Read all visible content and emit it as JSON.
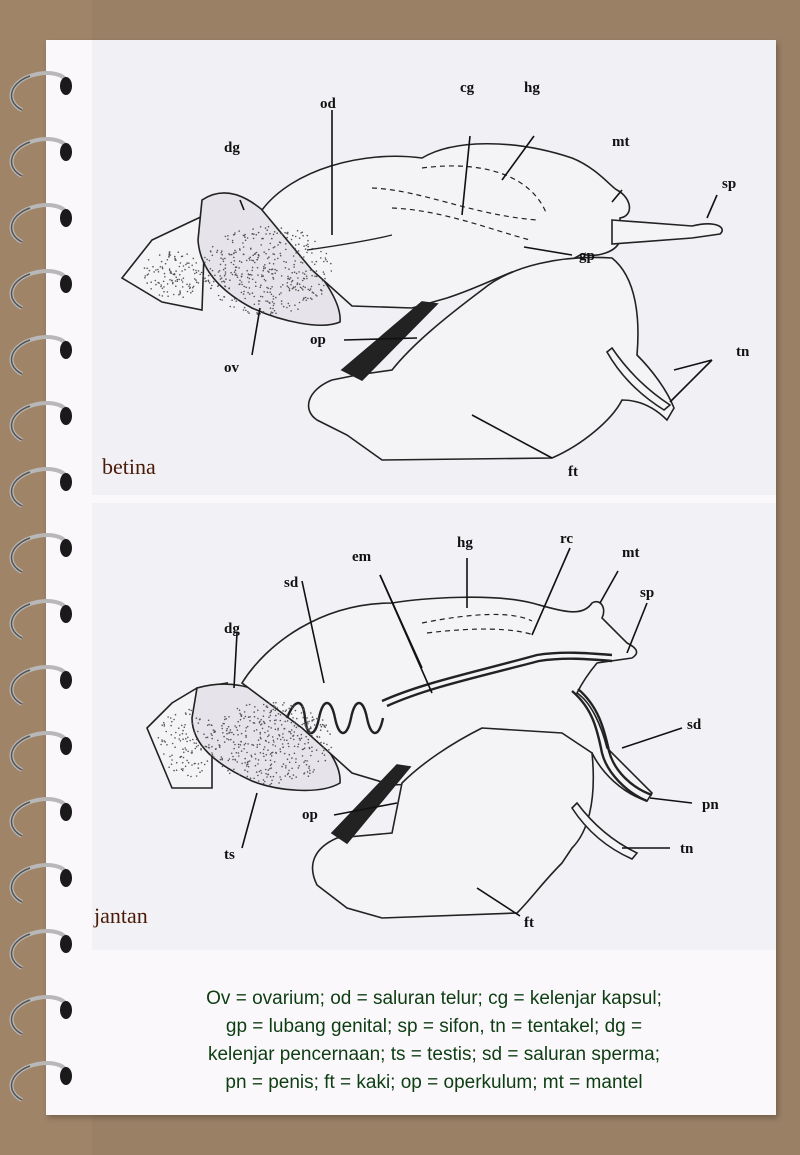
{
  "figures": {
    "female": {
      "caption": "betina",
      "labels": [
        "od",
        "cg",
        "hg",
        "dg",
        "mt",
        "sp",
        "gp",
        "op",
        "tn",
        "ov",
        "ft"
      ]
    },
    "male": {
      "caption": "jantan",
      "labels": [
        "hg",
        "rc",
        "em",
        "mt",
        "sd",
        "dg",
        "sp",
        "sd",
        "pn",
        "op",
        "tn",
        "ts",
        "ft"
      ]
    }
  },
  "legend": [
    "Ov = ovarium; od = saluran telur; cg = kelenjar kapsul;",
    "gp = lubang genital; sp = sifon, tn = tentakel; dg =",
    "kelenjar pencernaan; ts = testis; sd = saluran sperma;",
    "pn = penis; ft = kaki; op = operkulum; mt = mantel"
  ]
}
